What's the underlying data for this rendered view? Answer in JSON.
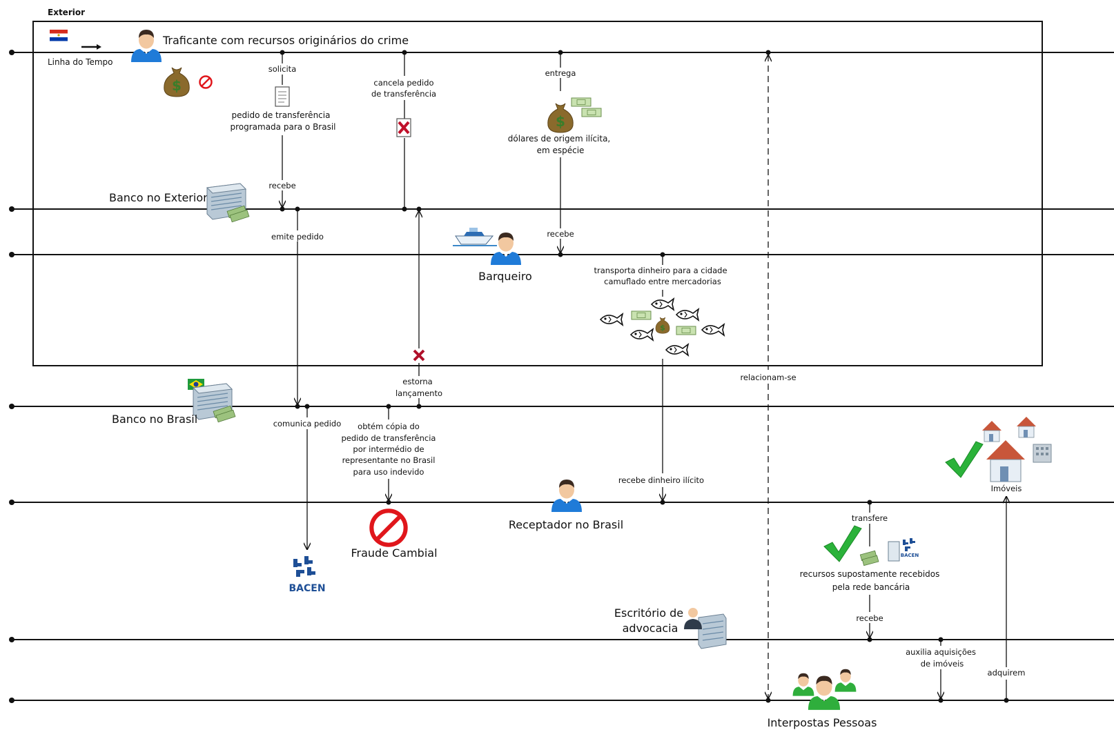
{
  "region_label": "Exterior",
  "timeline_label": "Linha do Tempo",
  "actors": {
    "traficante": "Traficante com recursos originários do crime",
    "banco_exterior": "Banco no Exterior",
    "barqueiro": "Barqueiro",
    "banco_brasil": "Banco no Brasil",
    "receptador": "Receptador no Brasil",
    "escritorio_1": "Escritório de",
    "escritorio_2": "advocacia",
    "interpostas": "Interpostas Pessoas",
    "imoveis": "Imóveis"
  },
  "labels": {
    "solicita": "solicita",
    "pedido_1": "pedido de transferência",
    "pedido_2": "programada para o Brasil",
    "cancela_1": "cancela pedido",
    "cancela_2": "de transferência",
    "entrega": "entrega",
    "dolares_1": "dólares de origem ilícita,",
    "dolares_2": "em espécie",
    "recebe_banco": "recebe",
    "emite_pedido": "emite pedido",
    "recebe_barqueiro": "recebe",
    "transporta_1": "transporta dinheiro para a cidade",
    "transporta_2": "camuflado entre mercadorias",
    "estorna_1": "estorna",
    "estorna_2": "lançamento",
    "relacionam": "relacionam-se",
    "comunica": "comunica pedido",
    "obtem_1": "obtém cópia do",
    "obtem_2": "pedido de transferência",
    "obtem_3": "por intermédio de",
    "obtem_4": "representante no Brasil",
    "obtem_5": "para uso indevido",
    "recebe_ilicito": "recebe dinheiro ilícito",
    "fraude": "Fraude Cambial",
    "bacen": "BACEN",
    "bacen_small": "BACEN",
    "transfere": "transfere",
    "recursos_1": "recursos supostamente recebidos",
    "recursos_2": "pela rede bancária",
    "recebe_escritorio": "recebe",
    "auxilia_1": "auxilia aquisições",
    "auxilia_2": "de imóveis",
    "adquirem": "adquirem",
    "bill": "I□I"
  },
  "colors": {
    "line": "#111111",
    "person_shirt": "#1f7bd8",
    "person_shirt_green": "#2fae3c",
    "forbidden": "#e0161b",
    "cross": "#b0102a",
    "check": "#2bb23a",
    "bacen": "#1e4f96",
    "money_bag": "#8a6a2c",
    "bill": "#c9e2b0"
  },
  "icons": [
    "paraguay-flag-icon",
    "arrow-right-icon",
    "person-icon",
    "money-bag-icon",
    "forbidden-icon",
    "document-icon",
    "cancel-document-icon",
    "bank-building-icon",
    "boat-icon",
    "fish-icon",
    "cross-mark-icon",
    "brazil-flag-icon",
    "bacen-logo-icon",
    "checkmark-icon",
    "house-icon",
    "office-building-icon",
    "lawyer-icon",
    "group-people-icon"
  ]
}
